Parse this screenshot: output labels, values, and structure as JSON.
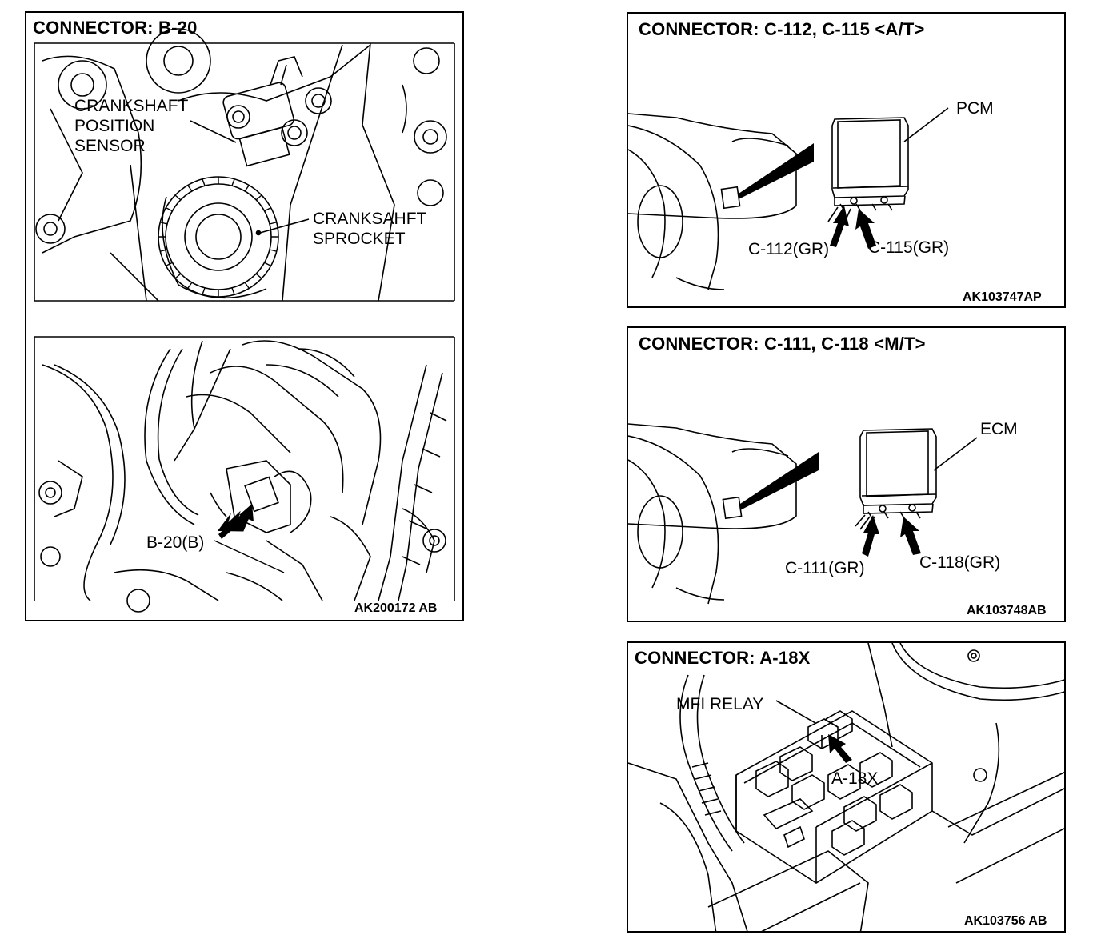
{
  "panels": [
    {
      "title": "CONNECTOR: B-20",
      "code": "AK200172 AB",
      "labels": {
        "sensor_line1": "CRANKSHAFT",
        "sensor_line2": "POSITION",
        "sensor_line3": "SENSOR",
        "sprocket_line1": "CRANKSAHFT",
        "sprocket_line2": "SPROCKET",
        "connector": "B-20(B)"
      }
    },
    {
      "title": "CONNECTOR: C-112, C-115 <A/T>",
      "code": "AK103747AP",
      "labels": {
        "module": "PCM",
        "connector_left": "C-112(GR)",
        "connector_right": "C-115(GR)"
      }
    },
    {
      "title": "CONNECTOR: C-111, C-118 <M/T>",
      "code": "AK103748AB",
      "labels": {
        "module": "ECM",
        "connector_left": "C-111(GR)",
        "connector_right": "C-118(GR)"
      }
    },
    {
      "title": "CONNECTOR: A-18X",
      "code": "AK103756 AB",
      "labels": {
        "relay": "MFI RELAY",
        "connector": "A-18X"
      }
    }
  ]
}
